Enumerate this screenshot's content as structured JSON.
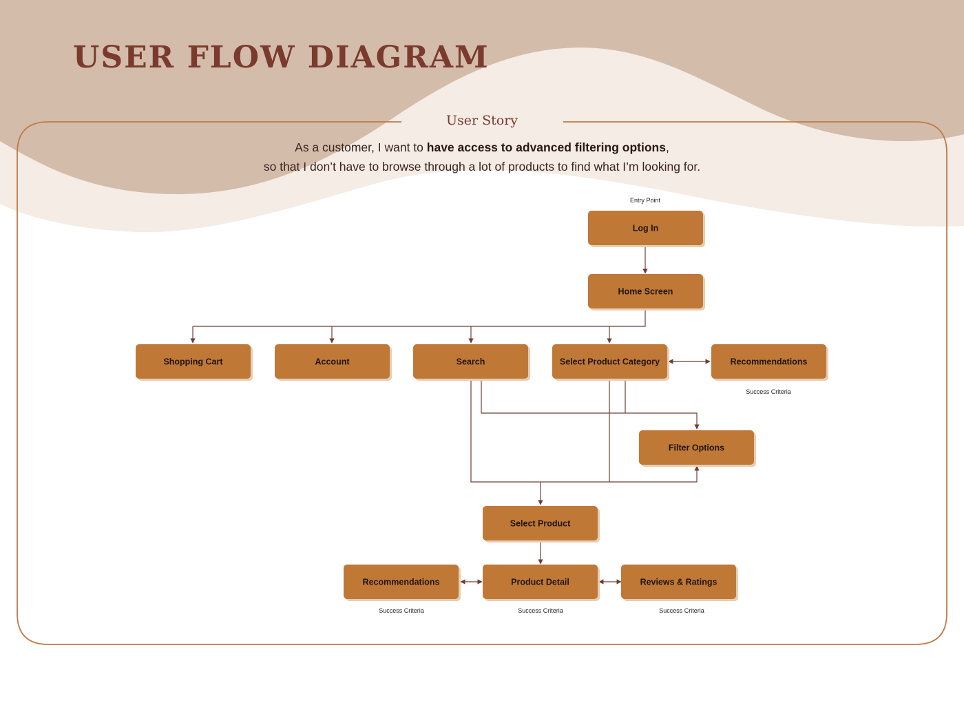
{
  "title": "USER FLOW DIAGRAM",
  "story": {
    "heading": "User Story",
    "line1_start": "As a customer, I want to ",
    "line1_bold": "have access to advanced filtering options",
    "line1_end": ",",
    "line2": "so that I don’t have to browse through a lot of products to find what I’m looking for."
  },
  "colors": {
    "node_fill": "#c07837",
    "node_shadow": "#e7cdb3",
    "connector": "#6d3e37",
    "frame_border": "#c07a45",
    "title": "#7b3a2e",
    "wave_dark": "#d4bcaa",
    "wave_light": "#f4ece5"
  },
  "labels": {
    "entry_point": "Entry Point",
    "success_criteria": "Success Criteria"
  },
  "nodes": {
    "login": "Log In",
    "home": "Home Screen",
    "cart": "Shopping Cart",
    "account": "Account",
    "search": "Search",
    "category": "Select Product Category",
    "recs_top": "Recommendations",
    "filter": "Filter Options",
    "select_product": "Select Product",
    "recs_bottom": "Recommendations",
    "detail": "Product Detail",
    "reviews": "Reviews & Ratings"
  }
}
